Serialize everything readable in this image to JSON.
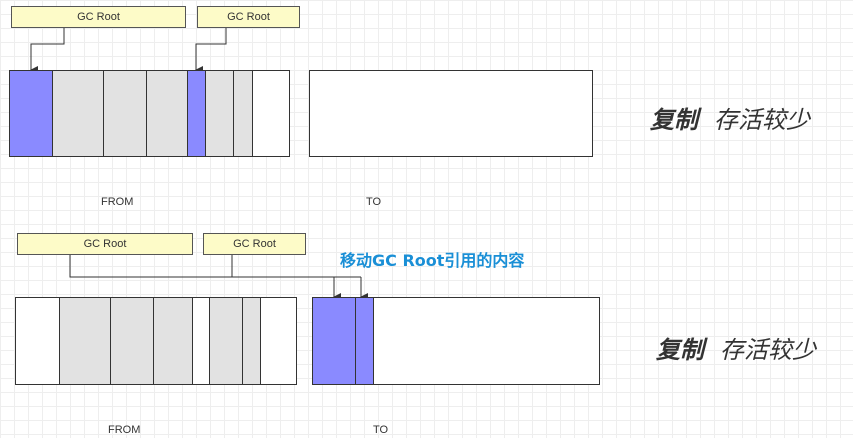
{
  "top": {
    "gc_roots": [
      "GC Root",
      "GC Root"
    ],
    "from_label": "FROM",
    "to_label": "TO",
    "caption_main": "复制",
    "caption_sub": "存活较少"
  },
  "bottom": {
    "gc_roots": [
      "GC Root",
      "GC Root"
    ],
    "note": "移动GC Root引用的内容",
    "from_label": "FROM",
    "to_label": "TO",
    "caption_main": "复制",
    "caption_sub": "存活较少"
  },
  "colors": {
    "live_object": "#8a8aff",
    "dead_object": "#e2e2e2",
    "gc_root_fill": "#fdfbc8",
    "note_text": "#1a8fd6"
  }
}
